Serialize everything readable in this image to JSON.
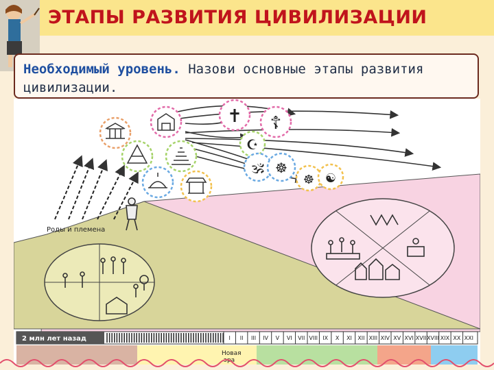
{
  "slide": {
    "title": "ЭТАПЫ РАЗВИТИЯ ЦИВИЛИЗАЦИИ",
    "task_level": "Необходимый уровень.",
    "task_text": " Назови основные этапы развития цивилизации."
  },
  "diagram": {
    "tribes_label": "Роды и племена",
    "timeline_start": "2 млн лет назад",
    "new_era_line1": "Новая",
    "new_era_line2": "эра",
    "centuries": [
      "I",
      "II",
      "III",
      "IV",
      "V",
      "VI",
      "VII",
      "VIII",
      "IX",
      "X",
      "XI",
      "XII",
      "XIII",
      "XIV",
      "XV",
      "XVI",
      "XVII",
      "XVIII",
      "XIX",
      "XX",
      "XXI"
    ],
    "era_colors": [
      "#d9b3a3",
      "#fff4b0",
      "#b8e0a0",
      "#f4a58a",
      "#8ecdf0"
    ],
    "religion_symbols": [
      "✝",
      "☦",
      "☪",
      "🕉",
      "☸",
      "☯"
    ]
  }
}
